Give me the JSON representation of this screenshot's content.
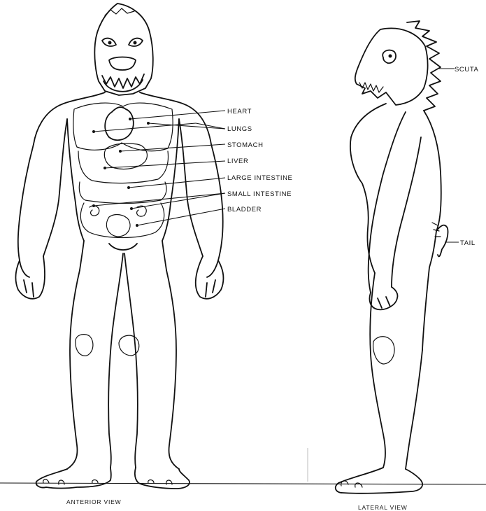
{
  "anterior_labels": {
    "heart": "HEART",
    "lungs": "LUNGS",
    "stomach": "STOMACH",
    "liver": "LIVER",
    "large_intestine": "LARGE INTESTINE",
    "small_intestine": "SMALL INTESTINE",
    "bladder": "BLADDER"
  },
  "lateral_labels": {
    "scuta": "SCUTA",
    "tail": "TAIL"
  },
  "captions": {
    "anterior": "ANTERIOR VIEW",
    "lateral": "LATERAL VIEW"
  }
}
